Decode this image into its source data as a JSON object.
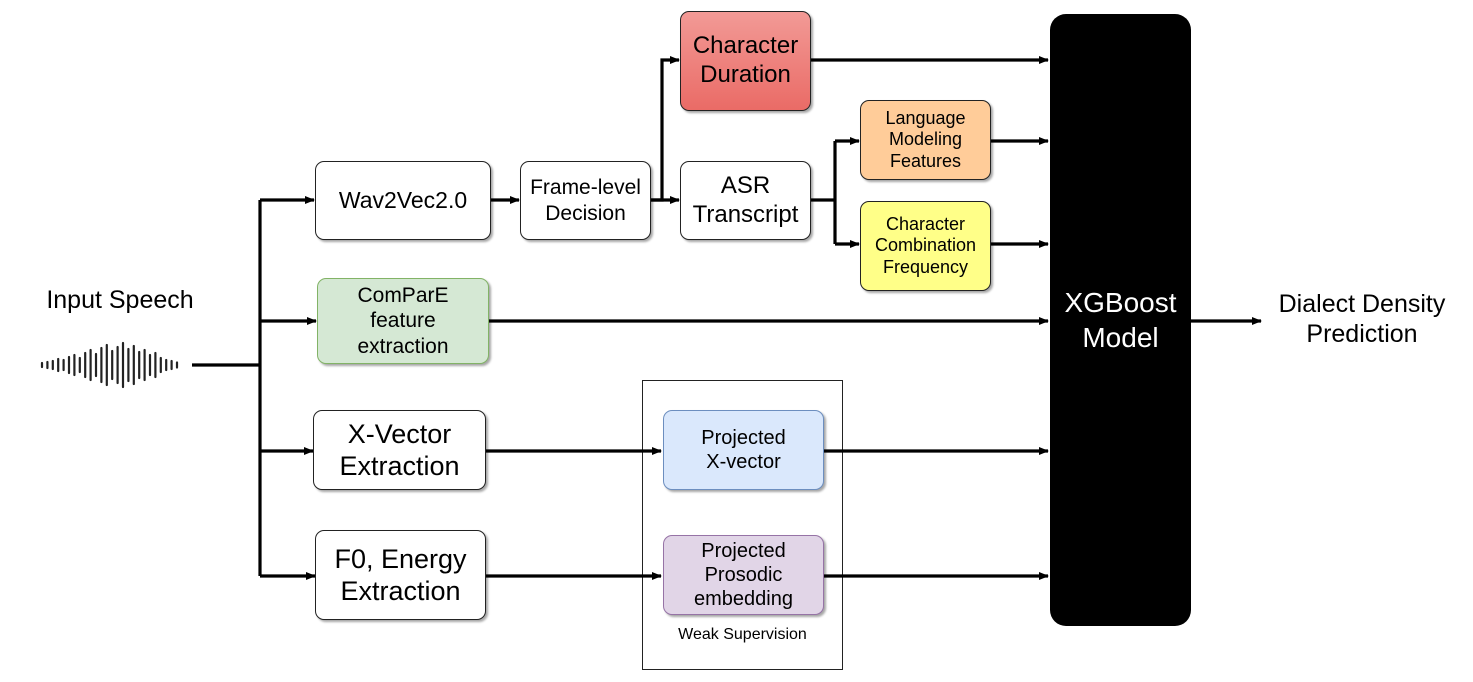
{
  "input": {
    "label": "Input Speech"
  },
  "output": {
    "label": "Dialect Density\nPrediction"
  },
  "group": {
    "label": "Weak Supervision"
  },
  "nodes": {
    "wav2vec": {
      "label": "Wav2Vec2.0",
      "fill": "#ffffff"
    },
    "frame_level": {
      "label": "Frame-level\nDecision",
      "fill": "#ffffff"
    },
    "char_duration": {
      "label": "Character\nDuration",
      "fill": "#ea6b66",
      "fill_top": "#f5a9a6"
    },
    "asr": {
      "label": "ASR\nTranscript",
      "fill": "#ffffff"
    },
    "lang_model": {
      "label": "Language\nModeling\nFeatures",
      "fill": "#ffcc99"
    },
    "char_combo": {
      "label": "Character\nCombination\nFrequency",
      "fill": "#ffff88"
    },
    "compare": {
      "label": "ComParE\nfeature\nextraction",
      "fill": "#d5e8d4"
    },
    "xvector": {
      "label": "X-Vector\nExtraction",
      "fill": "#ffffff"
    },
    "f0": {
      "label": "F0, Energy\nExtraction",
      "fill": "#ffffff"
    },
    "proj_xvector": {
      "label": "Projected\nX-vector",
      "fill": "#dae8fc"
    },
    "proj_prosodic": {
      "label": "Projected\nProsodic\nembedding",
      "fill": "#e1d5e7"
    },
    "xgboost": {
      "label": "XGBoost\nModel",
      "fill": "#000000"
    }
  }
}
